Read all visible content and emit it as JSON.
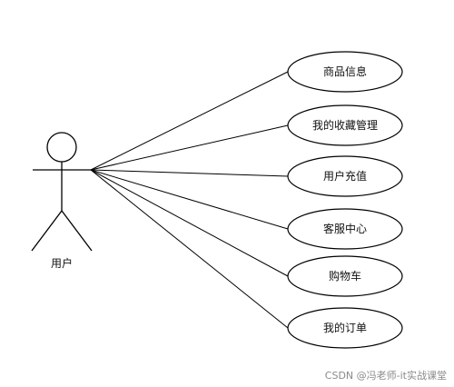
{
  "diagram": {
    "type": "use-case",
    "actor": {
      "label": "用户",
      "icon": "stick-figure-icon"
    },
    "use_cases": [
      {
        "label": "商品信息"
      },
      {
        "label": "我的收藏管理"
      },
      {
        "label": "用户充值"
      },
      {
        "label": "客服中心"
      },
      {
        "label": "购物车"
      },
      {
        "label": "我的订单"
      }
    ]
  },
  "watermark": {
    "text": "CSDN @冯老师-it实战课堂"
  },
  "colors": {
    "stroke": "#000000",
    "background": "#ffffff",
    "watermark": "#8a8a8a"
  }
}
